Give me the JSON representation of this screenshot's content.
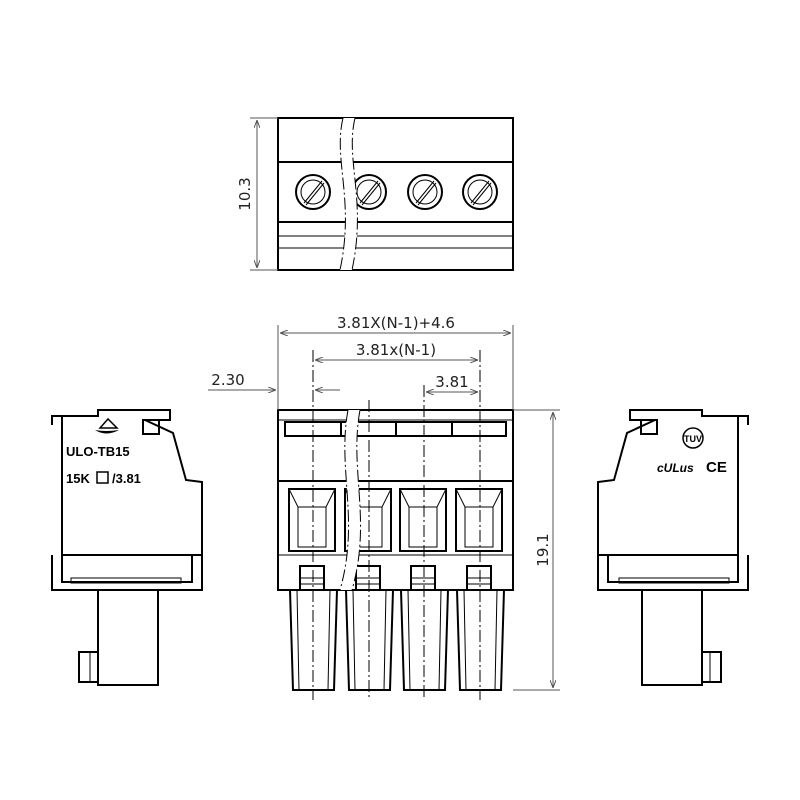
{
  "drawing": {
    "dimensions": {
      "height_top_view": "10.3",
      "overall_width": "3.81X(N-1)+4.6",
      "pitch_span": "3.81x(N-1)",
      "edge_offset": "2.30",
      "pitch": "3.81",
      "height_front_view": "19.1"
    },
    "left_view": {
      "model": "ULO-TB15",
      "code": "15K",
      "pitch_label": "/3.81"
    },
    "right_view": {
      "certifications": [
        "TUV",
        "cULus",
        "CE"
      ]
    },
    "poles": 4
  }
}
